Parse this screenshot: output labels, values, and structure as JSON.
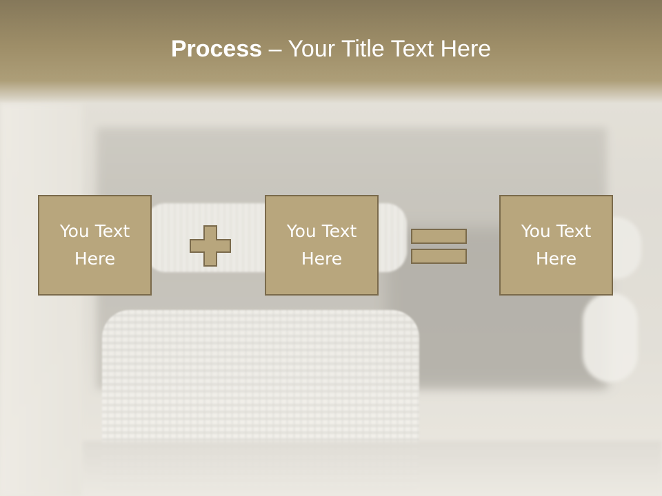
{
  "slide": {
    "title_bold": "Process",
    "title_rest": " – Your Title Text Here",
    "accent_color": "#b8a67d",
    "border_color": "#7a6a4b",
    "title_bar_color": "#9e8e68"
  },
  "process": {
    "boxes": [
      {
        "line1": "You Text",
        "line2": "Here"
      },
      {
        "line1": "You Text",
        "line2": "Here"
      },
      {
        "line1": "You Text",
        "line2": "Here"
      }
    ],
    "operators": [
      "plus-icon",
      "equals-icon"
    ]
  }
}
